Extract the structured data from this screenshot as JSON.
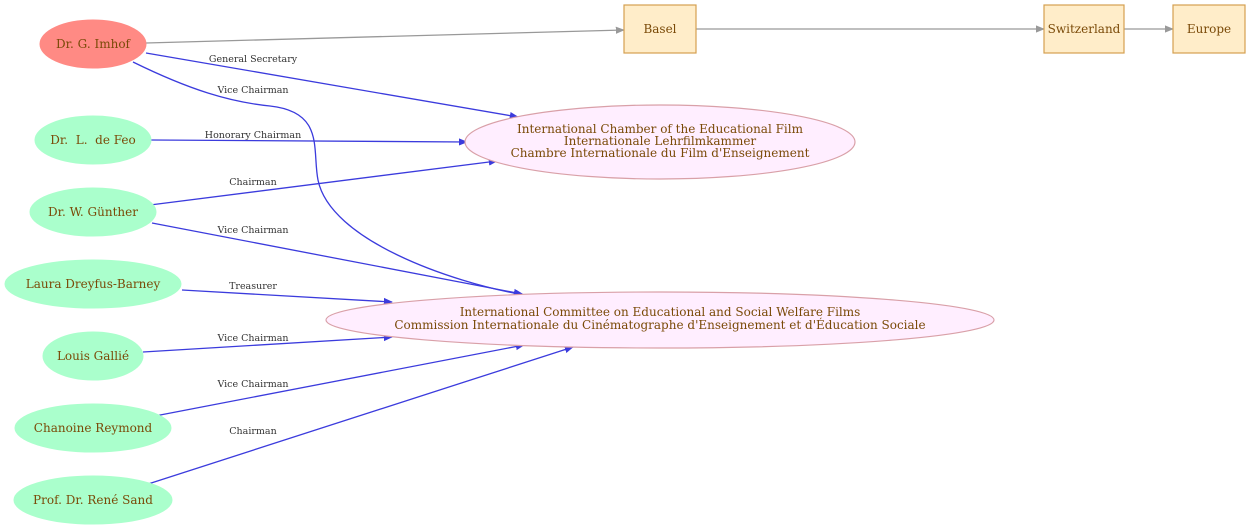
{
  "colors": {
    "person_fill": "#aaffcc",
    "highlight_fill": "#ff8a84",
    "org_fill": "#ffeeff",
    "org_stroke": "#d9a0a8",
    "place_fill": "#ffedc9",
    "place_stroke": "#d4a050",
    "text": "#7a4a08",
    "edge_blue": "#3b3bdd",
    "edge_gray": "#999999"
  },
  "nodes": {
    "imhof": "Dr. G. Imhof",
    "defeo": "Dr.  L.  de Feo",
    "gunther": "Dr. W. Günther",
    "dreyfus": "Laura Dreyfus-Barney",
    "gallie": "Louis Gallié",
    "reymond": "Chanoine Reymond",
    "sand": "Prof. Dr. René Sand",
    "basel": "Basel",
    "switzerland": "Switzerland",
    "europe": "Europe",
    "chamber": [
      "International Chamber of the Educational Film",
      "Internationale Lehrfilmkammer",
      "Chambre Internationale du Film d'Enseignement"
    ],
    "committee": [
      "International Committee on Educational and Social Welfare Films",
      "Commission Internationale du Cinématographe d'Enseignement et d'Éducation Sociale"
    ]
  },
  "edges": {
    "imhof_chamber": "General Secretary",
    "imhof_committee": "Vice Chairman",
    "defeo_chamber": "Honorary Chairman",
    "gunther_chamber": "Chairman",
    "gunther_committee": "Vice Chairman",
    "dreyfus_committee": "Treasurer",
    "gallie_committee": "Vice Chairman",
    "reymond_committee": "Vice Chairman",
    "sand_committee": "Chairman"
  }
}
